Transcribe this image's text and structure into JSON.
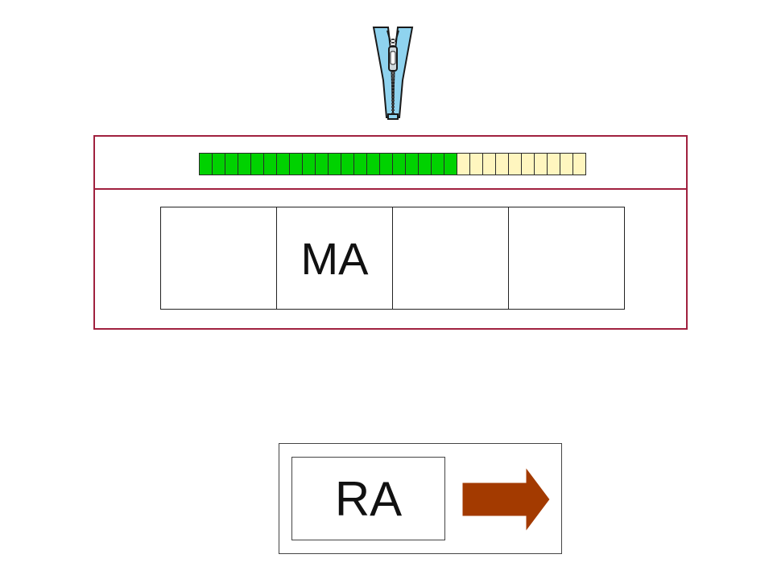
{
  "zipper_icon": "zipper-icon",
  "progress": {
    "total_segments": 30,
    "filled_segments": 20,
    "filled_color": "#00d200",
    "empty_color": "#fff6bf"
  },
  "slots": [
    {
      "text": ""
    },
    {
      "text": "MA"
    },
    {
      "text": ""
    },
    {
      "text": ""
    }
  ],
  "answer": {
    "text": "RA",
    "arrow_icon": "arrow-right-icon",
    "arrow_color": "#a33a00"
  },
  "colors": {
    "panel_border": "#a0213f"
  }
}
